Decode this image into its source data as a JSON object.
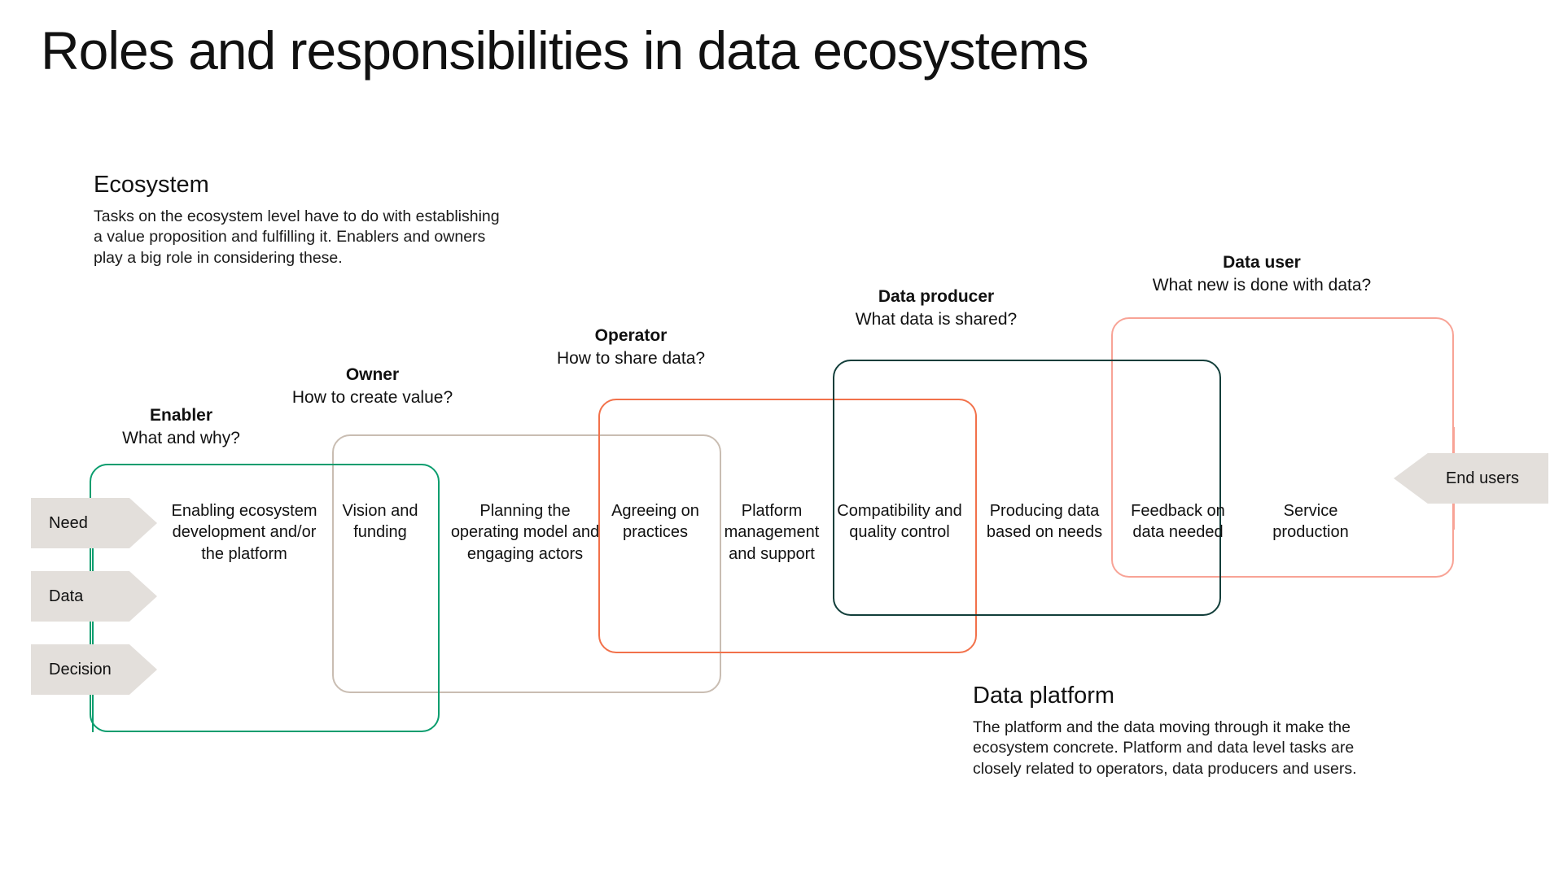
{
  "title": "Roles and responsibilities in data ecosystems",
  "notes": [
    {
      "key": "ecosystem",
      "title": "Ecosystem",
      "body": "Tasks on the ecosystem level have to do with establishing\na value proposition and fulfilling it. Enablers and owners\nplay a big role in considering these."
    },
    {
      "key": "data_platform",
      "title": "Data platform",
      "body": "The platform and the data moving through it make the\necosystem concrete. Platform and data level tasks are\nclosely related to operators, data producers and users."
    }
  ],
  "roles": [
    {
      "key": "enabler",
      "name": "Enabler",
      "question": "What and why?",
      "color": "#0a9d6e"
    },
    {
      "key": "owner",
      "name": "Owner",
      "question": "How to create value?",
      "color": "#c9bdb2"
    },
    {
      "key": "operator",
      "name": "Operator",
      "question": "How to share data?",
      "color": "#f2714a"
    },
    {
      "key": "data_producer",
      "name": "Data producer",
      "question": "What data is shared?",
      "color": "#123e3a"
    },
    {
      "key": "data_user",
      "name": "Data user",
      "question": "What new is done with data?",
      "color": "#f8a396"
    }
  ],
  "tasks": [
    "Enabling\necosystem\ndevelopment\nand/or the\nplatform",
    "Vision\nand\nfunding",
    "Planning the\noperating model\nand engaging\nactors",
    "Agreeing\non\npractices",
    "Platform\nmanagement\nand support",
    "Compatibility\nand quality\ncontrol",
    "Producing\ndata based\non needs",
    "Feedback on\ndata needed",
    "Service\nproduction"
  ],
  "inputs": [
    {
      "key": "need",
      "label": "Need"
    },
    {
      "key": "data",
      "label": "Data"
    },
    {
      "key": "decision",
      "label": "Decision"
    }
  ],
  "outputs": [
    {
      "key": "end_users",
      "label": "End users"
    }
  ],
  "colors": {
    "enabler": "#0a9d6e",
    "owner": "#c9bdb2",
    "operator": "#f2714a",
    "data_producer": "#123e3a",
    "data_user": "#f8a396",
    "chevron_fill": "#e3dfdb",
    "text": "#111111",
    "background": "#ffffff"
  },
  "chart_data": {
    "type": "diagram",
    "title": "Roles and responsibilities in data ecosystems",
    "layers": [
      "Ecosystem",
      "Data platform"
    ],
    "swimlanes": [
      {
        "role": "Enabler",
        "question": "What and why?",
        "tasks": [
          "Enabling ecosystem development and/or the platform",
          "Vision and funding"
        ]
      },
      {
        "role": "Owner",
        "question": "How to create value?",
        "tasks": [
          "Vision and funding",
          "Planning the operating model and engaging actors",
          "Agreeing on practices"
        ]
      },
      {
        "role": "Operator",
        "question": "How to share data?",
        "tasks": [
          "Agreeing on practices",
          "Platform management and support",
          "Compatibility and quality control"
        ]
      },
      {
        "role": "Data producer",
        "question": "What data is shared?",
        "tasks": [
          "Compatibility and quality control",
          "Producing data based on needs",
          "Feedback on data needed"
        ]
      },
      {
        "role": "Data user",
        "question": "What new is done with data?",
        "tasks": [
          "Feedback on data needed",
          "Service production"
        ]
      }
    ],
    "inputs": [
      "Need",
      "Data",
      "Decision"
    ],
    "outputs": [
      "End users"
    ]
  }
}
